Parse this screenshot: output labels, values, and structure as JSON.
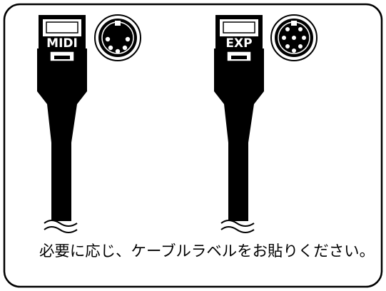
{
  "labels": {
    "midi": "MIDI",
    "exp": "EXP"
  },
  "caption": "必要に応じ、ケーブルラベルをお貼りください。",
  "colors": {
    "ink": "#000000",
    "paper": "#ffffff"
  }
}
